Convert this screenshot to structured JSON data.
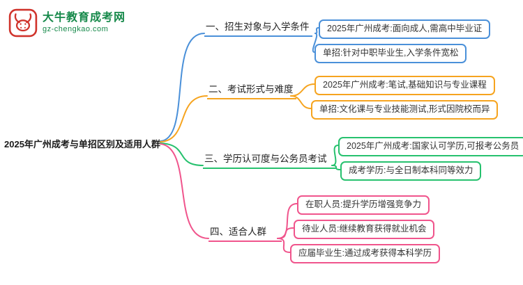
{
  "logo": {
    "icon": "bull-icon",
    "site_name": "大牛教育成考网",
    "site_url": "gz-chengkao.com"
  },
  "main_topic": "2025年广州成考与单招区别及适用人群",
  "colors": {
    "blue": "#4a90d9",
    "orange": "#f6a41f",
    "green": "#26c16e",
    "pink": "#f0548c",
    "logo_green": "#16894a",
    "logo_red": "#d0342c"
  },
  "branches": [
    {
      "label": "一、招生对象与入学条件",
      "color": "blue",
      "items": [
        "2025年广州成考:面向成人,需高中毕业证",
        "单招:针对中职毕业生,入学条件宽松"
      ]
    },
    {
      "label": "二、考试形式与难度",
      "color": "orange",
      "items": [
        "2025年广州成考:笔试,基础知识与专业课程",
        "单招:文化课与专业技能测试,形式因院校而异"
      ]
    },
    {
      "label": "三、学历认可度与公务员考试",
      "color": "green",
      "items": [
        "2025年广州成考:国家认可学历,可报考公务员",
        "成考学历:与全日制本科同等效力"
      ]
    },
    {
      "label": "四、适合人群",
      "color": "pink",
      "items": [
        "在职人员:提升学历增强竞争力",
        "待业人员:继续教育获得就业机会",
        "应届毕业生:通过成考获得本科学历"
      ]
    }
  ]
}
